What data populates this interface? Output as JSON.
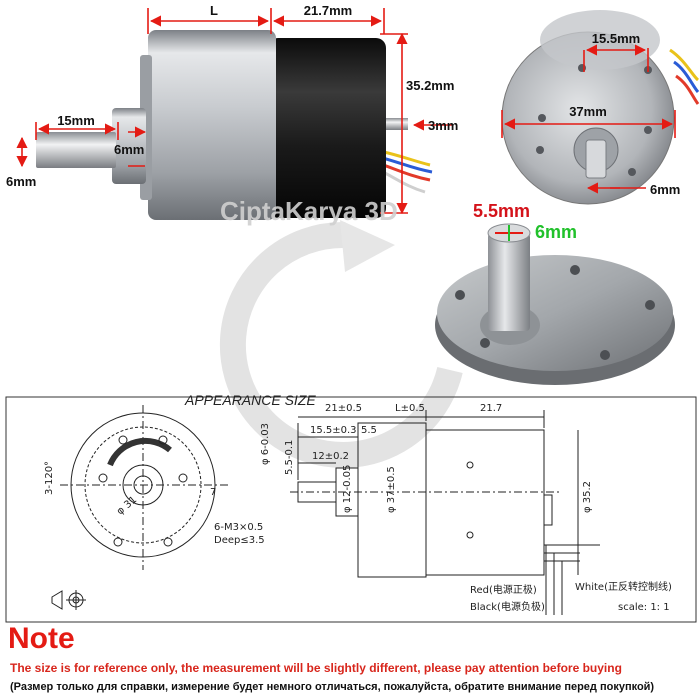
{
  "top_dims": {
    "length": "L",
    "rear": "21.7mm",
    "diameter": "35.2mm",
    "rear_shaft": "3mm",
    "shaft_length": "15mm",
    "shaft_dia": "6mm",
    "shaft_dia_left": "6mm"
  },
  "face_dims": {
    "hole_spacing": "15.5mm",
    "face_dia": "37mm",
    "offset": "6mm"
  },
  "dshaft_dims": {
    "flat": "5.5mm",
    "full": "6mm"
  },
  "watermark": "CiptaKarya 3D",
  "drawing": {
    "title": "APPEARANCE SIZE",
    "dim_21": "21±0.5",
    "dim_L": "L±0.5",
    "dim_217": "21.7",
    "dim_155": "15.5±0.3",
    "dim_55": "5.5",
    "dim_12": "12±0.2",
    "shaft_tol": "φ 6-0.03",
    "flat_tol": "5.5-0.1",
    "boss_dia": "φ 12-0.05",
    "body_dia": "φ 37±0.5",
    "motor_dia": "φ 35.2",
    "angle": "3-120°",
    "pcd": "φ 31",
    "offset7": "7",
    "screw": "6-M3×0.5",
    "deep": "Deep≤3.5",
    "wire_red": "Red(电源正极)",
    "wire_black": "Black(电源负极)",
    "wire_white": "White(正反转控制线)",
    "scale": "scale: 1: 1"
  },
  "note": {
    "title": "Note",
    "english": "The size is for reference only, the measurement will be slightly different, please pay attention before buying",
    "russian": "(Размер только для справки, измерение будет немного отличаться, пожалуйста, обратите внимание перед покупкой)"
  },
  "colors": {
    "dimension_red": "#e41b14",
    "dshaft_label_red": "#d4121a",
    "dshaft_label_green": "#21c12b",
    "note_red": "#e41b14",
    "metal": "#b9bcc1",
    "motor_black": "#1e1e1e"
  }
}
